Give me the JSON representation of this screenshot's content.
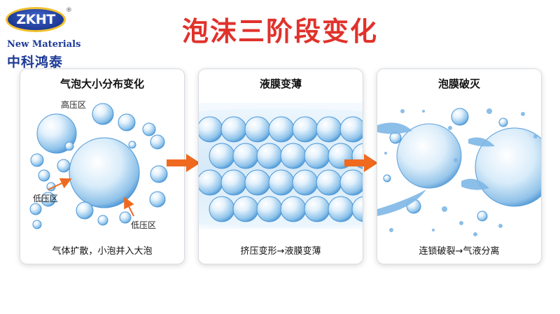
{
  "logo": {
    "mark": "ZKHT",
    "registered": "®",
    "english": "New Materials",
    "chinese": "中科鸿泰"
  },
  "title": "泡沫三阶段变化",
  "panels": [
    {
      "title": "气泡大小分布变化",
      "caption": "气体扩散，小泡并入大泡",
      "labels": {
        "high": "高压区",
        "low_left": "低压区",
        "low_right": "低压区"
      }
    },
    {
      "title": "液膜变薄",
      "caption": "挤压变形→液膜变薄"
    },
    {
      "title": "泡膜破灭",
      "caption": "连锁破裂→气液分离"
    }
  ],
  "colors": {
    "title": "#e0322b",
    "arrow": "#ef6a1f",
    "bubble": "#5aa3dc",
    "brand": "#1d3a96"
  }
}
